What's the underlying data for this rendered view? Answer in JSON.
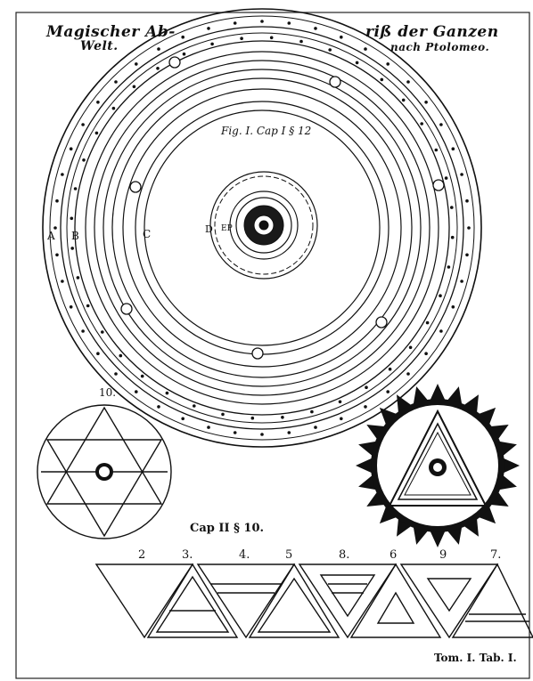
{
  "header": {
    "title_left": "Magischer Ab-",
    "title_left_line2": "Welt.",
    "title_right": "riß der Ganzen",
    "title_right_line2": "nach Ptolomeo."
  },
  "figure": {
    "caption": "Fig. I. Cap I § 12",
    "orbit_labels": [
      "A",
      "B",
      "C",
      "D",
      "EP"
    ]
  },
  "lower": {
    "hexagram_number": "10.",
    "caption": "Cap II § 10.",
    "triangle_numbers": [
      "2",
      "3.",
      "4.",
      "5",
      "8.",
      "6",
      "9",
      "7."
    ],
    "plate_mark": "Tom. I. Tab. I."
  }
}
